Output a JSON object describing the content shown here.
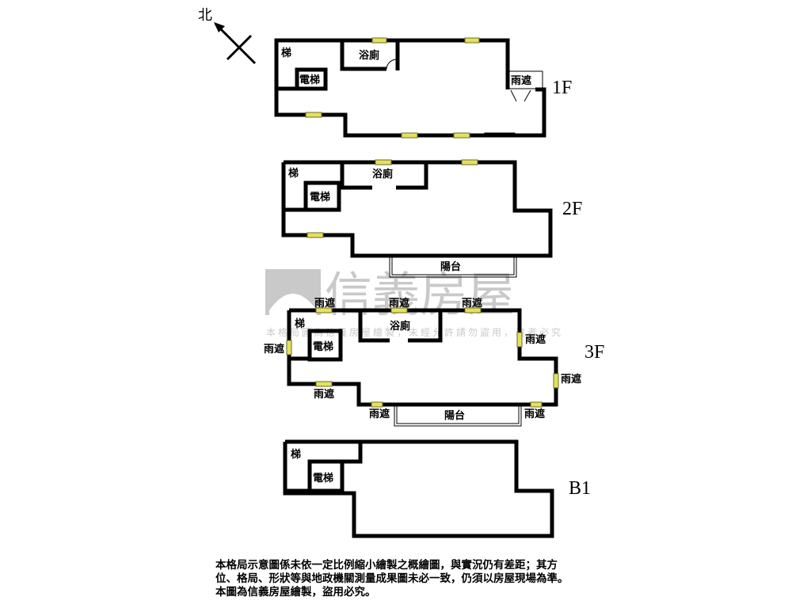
{
  "compass": {
    "label": "北"
  },
  "floors": [
    {
      "name": "1F",
      "rooms": {
        "stairs": "梯",
        "bath": "浴廁",
        "elevator": "電梯",
        "canopy": "雨遮"
      }
    },
    {
      "name": "2F",
      "rooms": {
        "stairs": "梯",
        "bath": "浴廁",
        "elevator": "電梯",
        "balcony": "陽台"
      }
    },
    {
      "name": "3F",
      "rooms": {
        "stairs": "梯",
        "bath": "浴廁",
        "elevator": "電梯",
        "balcony": "陽台",
        "canopy": "雨遮"
      }
    },
    {
      "name": "B1",
      "rooms": {
        "stairs": "梯",
        "elevator": "電梯"
      }
    }
  ],
  "watermark": {
    "brand": "信義房屋",
    "notice": "本格局圖為信義房屋繪製，未經允許請勿盜用，違者必究"
  },
  "disclaimer": [
    "本格局示意圖係未依一定比例縮小繪製之概繪圖，與實況仍有差距；其方",
    "位、格局、形狀等與地政機關測量成果圖未必一致，仍須以房屋現場為準。",
    "本圖為信義房屋繪製，盜用必究。"
  ],
  "colors": {
    "wall": "#000000",
    "window": "#e6e060",
    "watermark": "#9a9a9a"
  }
}
